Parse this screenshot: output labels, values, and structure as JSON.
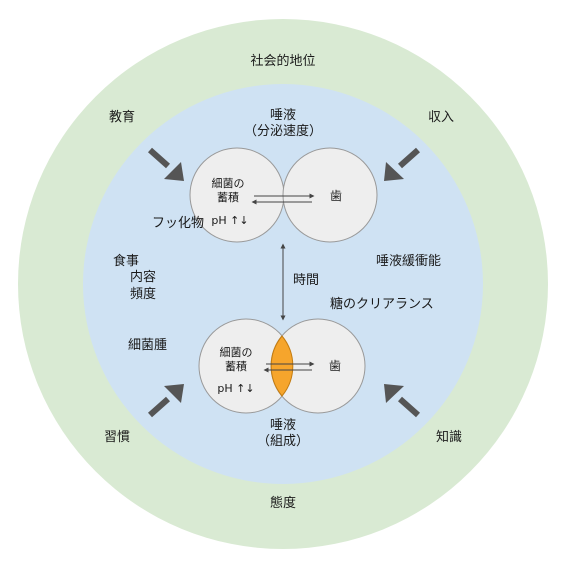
{
  "outer": {
    "top": "社会的地位",
    "education": "教育",
    "income": "収入",
    "habit": "習慣",
    "knowledge": "知識",
    "attitude": "態度"
  },
  "inner": {
    "saliva_secretion": {
      "line1": "唾液",
      "line2": "（分泌速度）"
    },
    "saliva_composition": {
      "line1": "唾液",
      "line2": "（組成）"
    },
    "fluoride": "フッ化物",
    "diet": [
      "食事",
      "内容",
      "頻度"
    ],
    "bacteria": "細菌腫",
    "time": "時間",
    "buffering": "唾液緩衝能",
    "sugar_clearance": "糖のクリアランス"
  },
  "top_pair": {
    "left": {
      "line1": "細菌の",
      "line2": "蓄積",
      "ph": "pH ↑↓"
    },
    "right": "歯"
  },
  "bottom_pair": {
    "left": {
      "line1": "細菌の",
      "line2": "蓄積",
      "ph": "pH ↑↓"
    },
    "right": "歯"
  },
  "colors": {
    "outer_ring": "#d9ead3",
    "inner_circle": "#cfe2f3",
    "small_circle": "#eeeeee",
    "overlap": "#f6a52c",
    "arrow": "#555555"
  }
}
